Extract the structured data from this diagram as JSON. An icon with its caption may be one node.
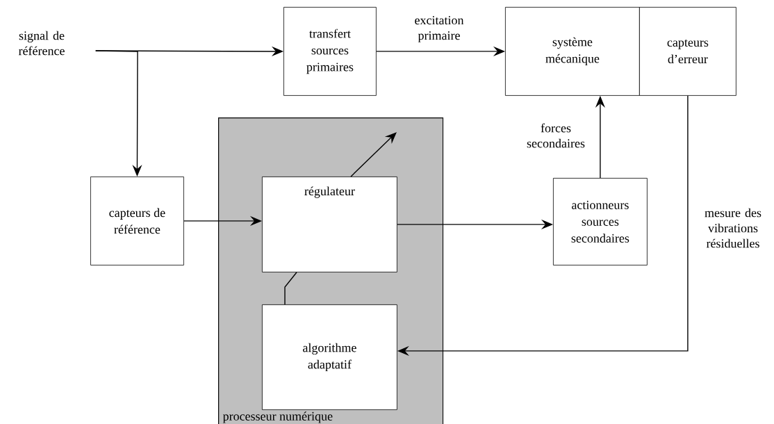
{
  "diagram": {
    "nodes": [
      {
        "text": [
          "signal de référence"
        ]
      },
      {
        "text": [
          "transfert sources primaires"
        ]
      },
      {
        "text": [
          "système mécanique"
        ]
      },
      {
        "text": [
          "capteurs d’erreur"
        ]
      },
      {
        "text": [
          "processeur numérique"
        ]
      },
      {
        "text": [
          "régulateur"
        ],
        "in": 4
      },
      {
        "text": [
          "algorithme adaptatif"
        ],
        "in": 4
      },
      {
        "text": [
          "capteurs de référence"
        ]
      },
      {
        "text": [
          "actionneurs sources secondaires"
        ]
      }
    ],
    "edges": [
      {
        "from": 0,
        "to": 1,
        "arrow": "to"
      },
      {
        "from": 0,
        "to": 7,
        "arrow": "to"
      },
      {
        "from": 1,
        "to": 2,
        "arrow": "to",
        "label": "excitation primaire"
      },
      {
        "from": 7,
        "to": 5,
        "arrow": "to"
      },
      {
        "from": 5,
        "to": 8,
        "arrow": "to"
      },
      {
        "from": 8,
        "to": 2,
        "arrow": "to",
        "label": "forces secondaires"
      },
      {
        "from": 3,
        "to": 6,
        "arrow": "to",
        "label": "mesure des vibrations résiduelles"
      },
      {
        "from": 5,
        "to": 6,
        "arrow": "none"
      },
      {
        "from": 5,
        "to": null,
        "arrow": "to"
      }
    ]
  }
}
